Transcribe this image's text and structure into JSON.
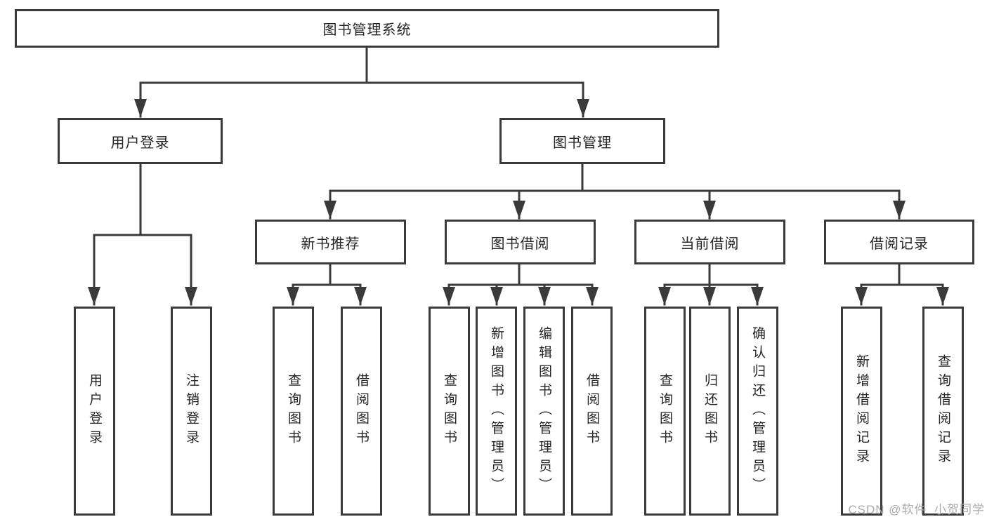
{
  "diagram": {
    "title": "图书管理系统",
    "root": {
      "label": "图书管理系统"
    },
    "level2": [
      {
        "label": "用户登录"
      },
      {
        "label": "图书管理"
      }
    ],
    "level3": [
      {
        "label": "新书推荐",
        "parent": "图书管理"
      },
      {
        "label": "图书借阅",
        "parent": "图书管理"
      },
      {
        "label": "当前借阅",
        "parent": "图书管理"
      },
      {
        "label": "借阅记录",
        "parent": "图书管理"
      }
    ],
    "leaves": [
      {
        "label": "用户登录",
        "parent": "用户登录"
      },
      {
        "label": "注销登录",
        "parent": "用户登录"
      },
      {
        "label": "查询图书",
        "parent": "新书推荐"
      },
      {
        "label": "借阅图书",
        "parent": "新书推荐"
      },
      {
        "label": "查询图书",
        "parent": "图书借阅"
      },
      {
        "label": "新增图书（管理员）",
        "parent": "图书借阅"
      },
      {
        "label": "编辑图书（管理员）",
        "parent": "图书借阅"
      },
      {
        "label": "借阅图书",
        "parent": "图书借阅"
      },
      {
        "label": "查询图书",
        "parent": "当前借阅"
      },
      {
        "label": "归还图书",
        "parent": "当前借阅"
      },
      {
        "label": "确认归还（管理员）",
        "parent": "当前借阅"
      },
      {
        "label": "新增借阅记录",
        "parent": "借阅记录"
      },
      {
        "label": "查询借阅记录",
        "parent": "借阅记录"
      }
    ]
  },
  "watermark": "CSDN @软件_小贺同学",
  "colors": {
    "line": "#3a3a3a",
    "text": "#262626",
    "background": "#ffffff",
    "watermark": "#ababab"
  }
}
